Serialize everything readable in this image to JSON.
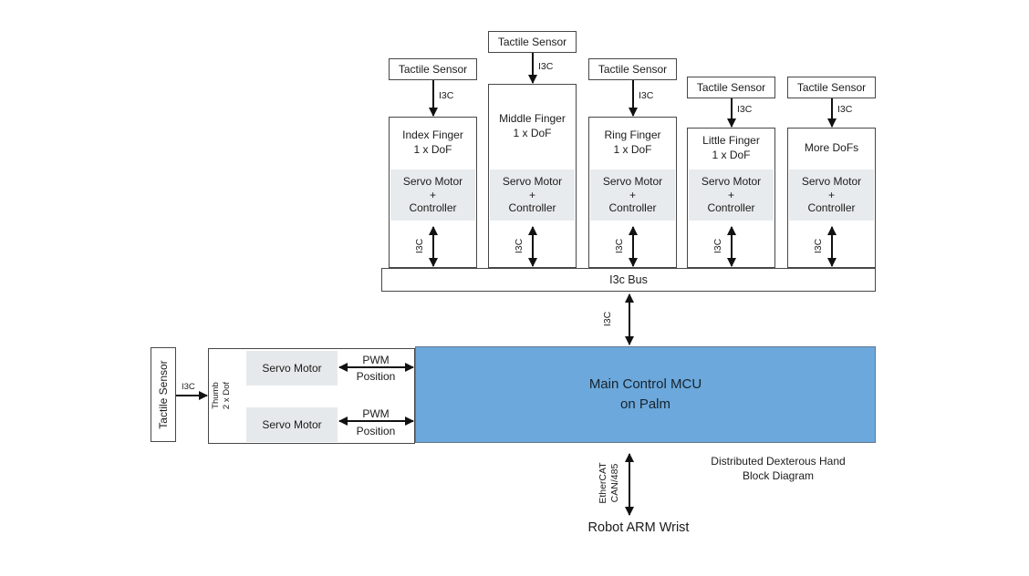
{
  "title": "Distributed Dexterous Hand Block Diagram",
  "colors": {
    "mcu_fill": "#6ca8db",
    "servo_fill": "#e8ebed",
    "border": "#474747",
    "arrow": "#111111",
    "background": "#ffffff"
  },
  "fingers": [
    {
      "sensor": "Tactile Sensor",
      "sensor_link": "I3C",
      "title": "Index Finger\n1 x DoF",
      "servo": "Servo Motor\n+\nController",
      "bus_link": "I3C"
    },
    {
      "sensor": "Tactile Sensor",
      "sensor_link": "I3C",
      "title": "Middle Finger\n1 x DoF",
      "servo": "Servo Motor\n+\nController",
      "bus_link": "I3C"
    },
    {
      "sensor": "Tactile Sensor",
      "sensor_link": "I3C",
      "title": "Ring Finger\n1 x DoF",
      "servo": "Servo Motor\n+\nController",
      "bus_link": "I3C"
    },
    {
      "sensor": "Tactile Sensor",
      "sensor_link": "I3C",
      "title": "Little Finger\n1 x DoF",
      "servo": "Servo Motor\n+\nController",
      "bus_link": "I3C"
    },
    {
      "sensor": "Tactile Sensor",
      "sensor_link": "I3C",
      "title": "More DoFs",
      "servo": "Servo Motor\n+\nController",
      "bus_link": "I3C"
    }
  ],
  "bus": {
    "label": "I3c Bus"
  },
  "bus_to_mcu": {
    "label": "I3C"
  },
  "mcu": {
    "label": "Main Control MCU\non Palm"
  },
  "thumb": {
    "sensor": "Tactile Sensor",
    "sensor_link": "I3C",
    "title": "Thumb\n2 x Dof",
    "servos": [
      {
        "label": "Servo Motor",
        "pwm": "PWM",
        "position": "Position"
      },
      {
        "label": "Servo Motor",
        "pwm": "PWM",
        "position": "Position"
      }
    ]
  },
  "wrist": {
    "link_label": "EtherCAT\nCAN/485",
    "label": "Robot ARM Wrist"
  },
  "caption": "Distributed Dexterous Hand\nBlock Diagram"
}
